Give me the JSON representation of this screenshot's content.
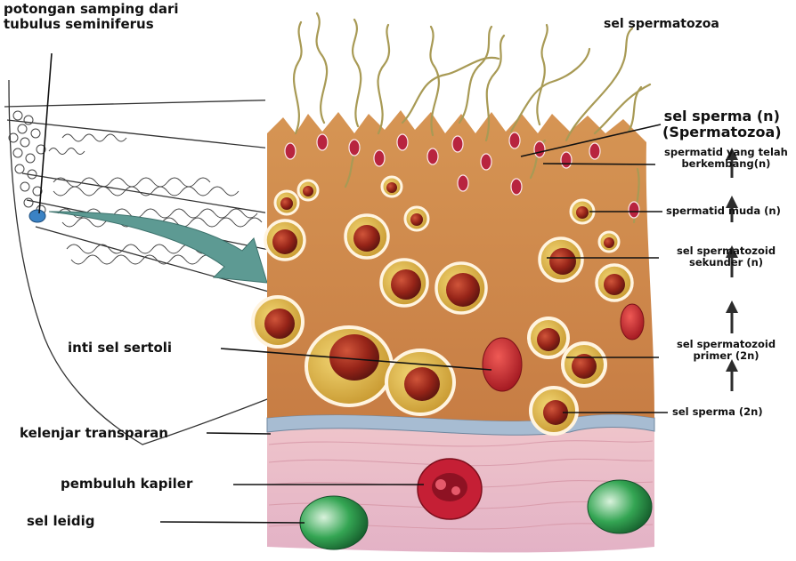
{
  "labels": {
    "cross_section_line1": "potongan samping dari",
    "cross_section_line2": "tubulus seminiferus",
    "spermatozoa_title": "sel spermatozoa",
    "sperm_cell_line1": "sel sperma (n)",
    "sperm_cell_line2": "(Spermatozoa)",
    "developed_spermatid_line1": "spermatid yang telah",
    "developed_spermatid_line2": "berkembang(n)",
    "young_spermatid": "spermatid muda (n)",
    "secondary_line1": "sel spermatozoid",
    "secondary_line2": "sekunder (n)",
    "primary_line1": "sel spermatozoid",
    "primary_line2": "primer (2n)",
    "sperm_2n": "sel sperma (2n)",
    "sertoli_nucleus": "inti sel sertoli",
    "transparent_gland": "kelenjar transparan",
    "capillary": "pembuluh kapiler",
    "leydig": "sel leidig"
  },
  "colors": {
    "tissue": "#cf8a4e",
    "cell_body": "#d8b43c",
    "nucleus": "#9c2a1e",
    "sertoli": "#c8242c",
    "connective": "#e8b9c2",
    "leydig": "#2f9a4e",
    "capillary": "#b51d33",
    "arrow": "#4f8f8a",
    "membrane": "#9fb3c8",
    "flagellum": "#a89a55"
  }
}
